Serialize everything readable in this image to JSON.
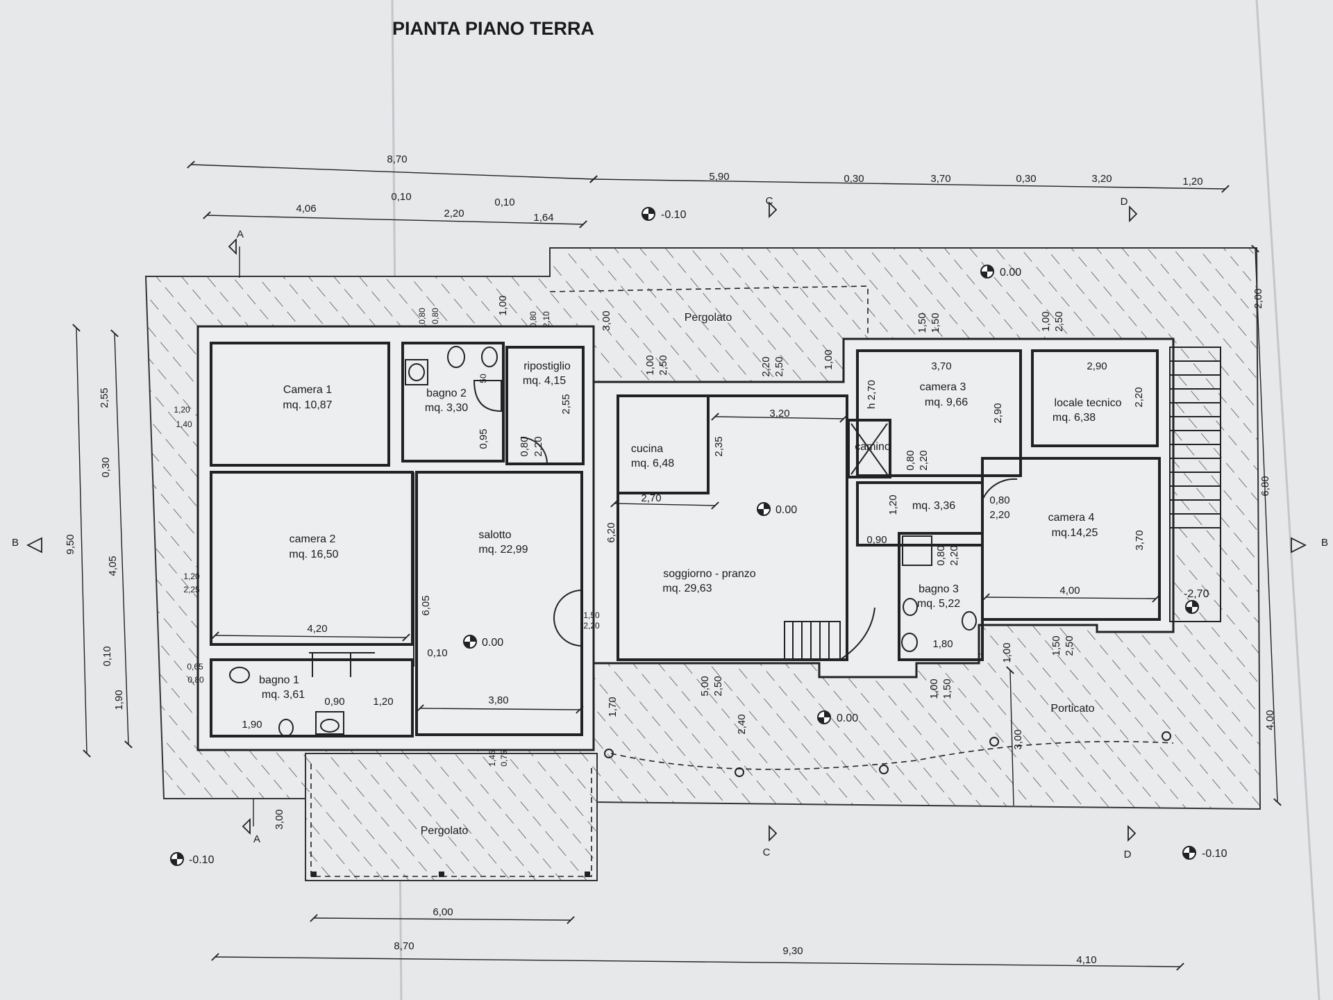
{
  "title": "PIANTA PIANO TERRA",
  "rooms": {
    "camera1": {
      "name": "Camera 1",
      "area": "mq. 10,87"
    },
    "bagno2": {
      "name": "bagno 2",
      "area": "mq. 3,30"
    },
    "ripostiglio": {
      "name": "ripostiglio",
      "area": "mq. 4,15"
    },
    "camera2": {
      "name": "camera 2",
      "area": "mq. 16,50"
    },
    "salotto": {
      "name": "salotto",
      "area": "mq. 22,99"
    },
    "bagno1": {
      "name": "bagno 1",
      "area": "mq. 3,61"
    },
    "cucina": {
      "name": "cucina",
      "area": "mq. 6,48"
    },
    "soggiorno": {
      "name": "soggiorno - pranzo",
      "area": "mq. 29,63"
    },
    "camera3": {
      "name": "camera 3",
      "area": "mq. 9,66"
    },
    "locale": {
      "name": "locale tecnico",
      "area": "mq. 6,38"
    },
    "camino": {
      "name": "camino"
    },
    "disimpegno": {
      "area": "mq. 3,36"
    },
    "camera4": {
      "name": "camera  4",
      "area": "mq.14,25"
    },
    "bagno3": {
      "name": "bagno 3",
      "area": "mq. 5,22"
    }
  },
  "outdoor": {
    "pergolato_top": "Pergolato",
    "pergolato_bottom": "Pergolato",
    "porticato": "Porticato"
  },
  "levels": {
    "l1": "-0.10",
    "l2": "0.00",
    "l3": "0.00",
    "l4": "0.00",
    "l5": "0.00",
    "l6": "-2,70",
    "l7": "-0.10",
    "l8": "-0.10"
  },
  "sections": {
    "a1": "A",
    "a2": "A",
    "b1": "B",
    "b2": "B",
    "c1": "C",
    "c2": "C",
    "d1": "D",
    "d2": "D"
  },
  "dims": {
    "top_870": "8,70",
    "top_590": "5,90",
    "top_030a": "0,30",
    "top_370": "3,70",
    "top_030b": "0,30",
    "top_320": "3,20",
    "top_120": "1,20",
    "r2_406": "4,06",
    "r2_010a": "0,10",
    "r2_220": "2,20",
    "r2_010b": "0,10",
    "r2_164": "1,64",
    "bot_870": "8,70",
    "bot_930": "9,30",
    "bot_410": "4,10",
    "bot_600": "6,00",
    "left_950": "9,50",
    "left_255": "2,55",
    "left_030": "0,30",
    "left_405": "4,05",
    "left_010": "0,10",
    "left_190": "1,90",
    "right_200": "2,00",
    "right_680": "6,80",
    "right_400": "4,00",
    "d_420": "4,20",
    "d_605": "6,05",
    "d_010c": "0,10",
    "d_380": "3,80",
    "d_090a": "0,90",
    "d_120a": "1,20",
    "d_190b": "1,90",
    "d_120_140a": "1,20",
    "d_120_140b": "1,40",
    "d_120_225a": "1,20",
    "d_120_225b": "2,25",
    "d_065": "0,65",
    "d_080a": "0,80",
    "d_080b": "0,80",
    "d_080c": "0,80",
    "d_100a": "1,00",
    "d_080d": "0,80",
    "d_210": "2,10",
    "d_050": "50",
    "d_095": "0,95",
    "d_080e": "0,80",
    "d_220a": "2,20",
    "d_255b": "2,55",
    "d_300a": "3,00",
    "d_100b": "1,00",
    "d_250a": "2,50",
    "d_235": "2,35",
    "d_270a": "2,70",
    "d_620": "6,20",
    "d_220b": "2,20",
    "d_250b": "2,50",
    "d_320b": "3,20",
    "d_150_220a": "1,50",
    "d_150_220b": "2,20",
    "d_100c": "1,00",
    "d_150a": "1,50",
    "d_150b": "1,50",
    "d_370b": "3,70",
    "d_h270": "h 2,70",
    "d_290a": "2,90",
    "d_100d": "1,00",
    "d_250c": "2,50",
    "d_290b": "2,90",
    "d_220c": "2,20",
    "d_080f": "0,80",
    "d_220d": "2,20",
    "d_120b": "1,20",
    "d_080g": "0,80",
    "d_220e": "2,20",
    "d_090b": "0,90",
    "d_080h": "0,80",
    "d_220f": "2,20",
    "d_370c": "3,70",
    "d_400": "4,00",
    "d_180": "1,80",
    "d_100e": "1,00",
    "d_150c": "1,50",
    "d_150d": "1,50",
    "d_250d": "2,50",
    "d_500": "5,00",
    "d_250e": "2,50",
    "d_240": "2,40",
    "d_170": "1,70",
    "d_145": "1,45",
    "d_075": "0,75",
    "d_300b": "3,00",
    "d_300c": "3,00",
    "d_100f": "1,00"
  }
}
